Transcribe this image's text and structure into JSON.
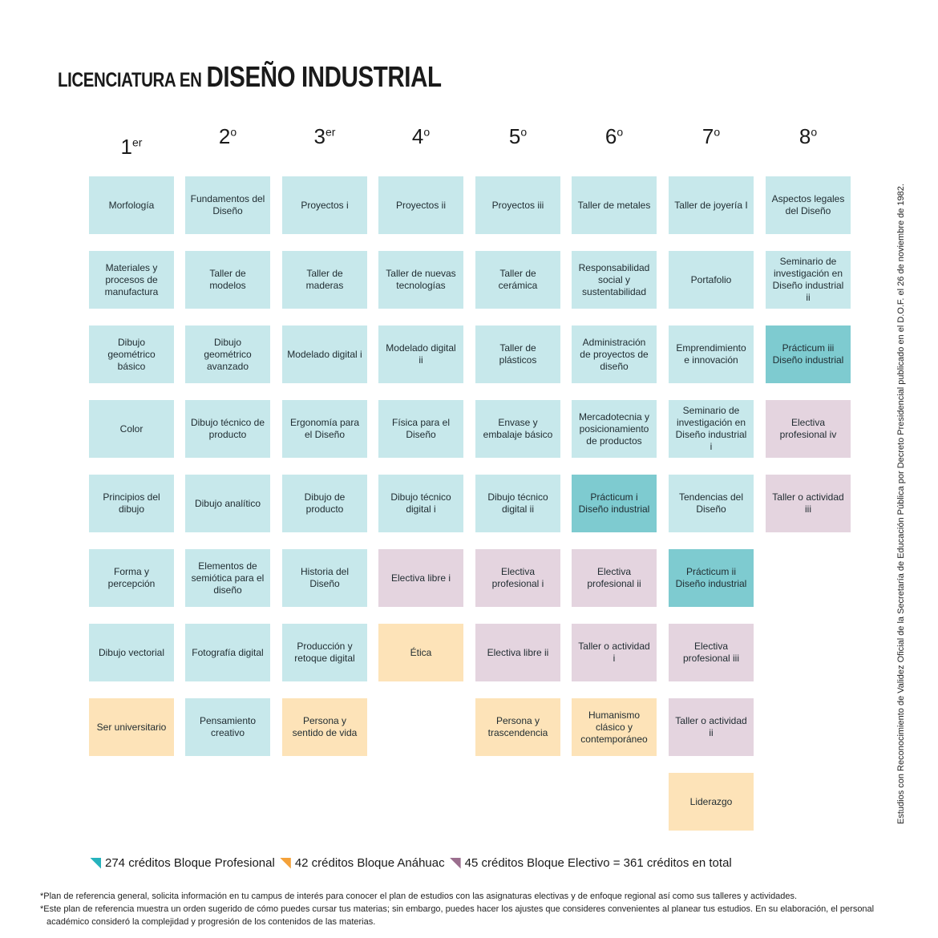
{
  "title": {
    "prefix": "LICENCIATURA EN",
    "main": "DISEÑO INDUSTRIAL"
  },
  "semesters": [
    {
      "num": "1",
      "sup": "er"
    },
    {
      "num": "2",
      "sup": "o"
    },
    {
      "num": "3",
      "sup": "er"
    },
    {
      "num": "4",
      "sup": "o"
    },
    {
      "num": "5",
      "sup": "o"
    },
    {
      "num": "6",
      "sup": "o"
    },
    {
      "num": "7",
      "sup": "o"
    },
    {
      "num": "8",
      "sup": "o"
    }
  ],
  "columns": [
    [
      {
        "label": "Morfología",
        "block": "profesional"
      },
      {
        "label": "Materiales y procesos de manufactura",
        "block": "profesional"
      },
      {
        "label": "Dibujo geométrico básico",
        "block": "profesional"
      },
      {
        "label": "Color",
        "block": "profesional"
      },
      {
        "label": "Principios del dibujo",
        "block": "profesional"
      },
      {
        "label": "Forma y percepción",
        "block": "profesional"
      },
      {
        "label": "Dibujo vectorial",
        "block": "profesional"
      },
      {
        "label": "Ser universitario",
        "block": "anahuac"
      }
    ],
    [
      {
        "label": "Fundamentos del Diseño",
        "block": "profesional"
      },
      {
        "label": "Taller de modelos",
        "block": "profesional"
      },
      {
        "label": "Dibujo geométrico avanzado",
        "block": "profesional"
      },
      {
        "label": "Dibujo técnico de producto",
        "block": "profesional"
      },
      {
        "label": "Dibujo analítico",
        "block": "profesional"
      },
      {
        "label": "Elementos de semiótica para el diseño",
        "block": "profesional"
      },
      {
        "label": "Fotografía digital",
        "block": "profesional"
      },
      {
        "label": "Pensamiento creativo",
        "block": "profesional"
      }
    ],
    [
      {
        "label": "Proyectos i",
        "block": "profesional"
      },
      {
        "label": "Taller de maderas",
        "block": "profesional"
      },
      {
        "label": "Modelado digital i",
        "block": "profesional"
      },
      {
        "label": "Ergonomía para el Diseño",
        "block": "profesional"
      },
      {
        "label": "Dibujo de producto",
        "block": "profesional"
      },
      {
        "label": "Historia del Diseño",
        "block": "profesional"
      },
      {
        "label": "Producción y retoque digital",
        "block": "profesional"
      },
      {
        "label": "Persona y sentido de vida",
        "block": "anahuac"
      }
    ],
    [
      {
        "label": "Proyectos ii",
        "block": "profesional"
      },
      {
        "label": "Taller de nuevas tecnologías",
        "block": "profesional"
      },
      {
        "label": "Modelado digital ii",
        "block": "profesional"
      },
      {
        "label": "Física para el Diseño",
        "block": "profesional"
      },
      {
        "label": "Dibujo técnico digital i",
        "block": "profesional"
      },
      {
        "label": "Electiva libre i",
        "block": "electivo"
      },
      {
        "label": "Ética",
        "block": "anahuac"
      }
    ],
    [
      {
        "label": "Proyectos iii",
        "block": "profesional"
      },
      {
        "label": "Taller de cerámica",
        "block": "profesional"
      },
      {
        "label": "Taller de plásticos",
        "block": "profesional"
      },
      {
        "label": "Envase y embalaje básico",
        "block": "profesional"
      },
      {
        "label": "Dibujo técnico digital ii",
        "block": "profesional"
      },
      {
        "label": "Electiva profesional i",
        "block": "electivo"
      },
      {
        "label": "Electiva libre ii",
        "block": "electivo"
      },
      {
        "label": "Persona y trascendencia",
        "block": "anahuac"
      }
    ],
    [
      {
        "label": "Taller de metales",
        "block": "profesional"
      },
      {
        "label": "Responsabilidad social y sustentabilidad",
        "block": "profesional"
      },
      {
        "label": "Administración de proyectos de diseño",
        "block": "profesional"
      },
      {
        "label": "Mercadotecnia y posicionamiento de productos",
        "block": "profesional"
      },
      {
        "label": "Prácticum i Diseño industrial",
        "block": "practicum"
      },
      {
        "label": "Electiva profesional ii",
        "block": "electivo"
      },
      {
        "label": "Taller o actividad i",
        "block": "electivo"
      },
      {
        "label": "Humanismo clásico y contemporáneo",
        "block": "anahuac"
      }
    ],
    [
      {
        "label": "Taller de joyería I",
        "block": "profesional"
      },
      {
        "label": "Portafolio",
        "block": "profesional"
      },
      {
        "label": "Emprendimiento e innovación",
        "block": "profesional"
      },
      {
        "label": "Seminario de investigación en Diseño industrial i",
        "block": "profesional"
      },
      {
        "label": "Tendencias del Diseño",
        "block": "profesional"
      },
      {
        "label": "Prácticum ii Diseño industrial",
        "block": "practicum"
      },
      {
        "label": "Electiva profesional iii",
        "block": "electivo"
      },
      {
        "label": "Taller o actividad ii",
        "block": "electivo"
      },
      {
        "label": "Liderazgo",
        "block": "anahuac"
      }
    ],
    [
      {
        "label": "Aspectos legales del Diseño",
        "block": "profesional"
      },
      {
        "label": "Seminario de investigación en Diseño industrial ii",
        "block": "profesional"
      },
      {
        "label": "Prácticum iii Diseño industrial",
        "block": "practicum"
      },
      {
        "label": "Electiva profesional iv",
        "block": "electivo"
      },
      {
        "label": "Taller o actividad iii",
        "block": "electivo"
      }
    ]
  ],
  "legend": {
    "profesional": "274 créditos Bloque Profesional",
    "anahuac": "42 créditos Bloque Anáhuac",
    "electivo": "45 créditos Bloque Electivo = 361 créditos en total"
  },
  "notes": [
    "*Plan de referencia general, solicita información en tu campus de interés para conocer el plan de estudios con las asignaturas electivas y de enfoque regional así como sus talleres y actividades.",
    "*Este plan de referencia muestra un orden sugerido de cómo puedes cursar tus materias; sin embargo, puedes hacer los ajustes que consideres convenientes al planear tus estudios. En su elaboración, el personal académico consideró la complejidad y progresión de los contenidos de las materias."
  ],
  "vertical_note": "Estudios con Reconocimiento de Validez Oficial de la Secretaría de Educación Pública por Decreto Presidencial publicado en el D.O.F. el 26 de noviembre de 1982.",
  "colors": {
    "profesional": "#c7e8eb",
    "practicum": "#7ecbd0",
    "anahuac": "#fde3b8",
    "electivo": "#e4d4df"
  },
  "icons": {
    "profesional": "teal-triangle-icon",
    "anahuac": "orange-triangle-icon",
    "electivo": "purple-triangle-icon"
  }
}
